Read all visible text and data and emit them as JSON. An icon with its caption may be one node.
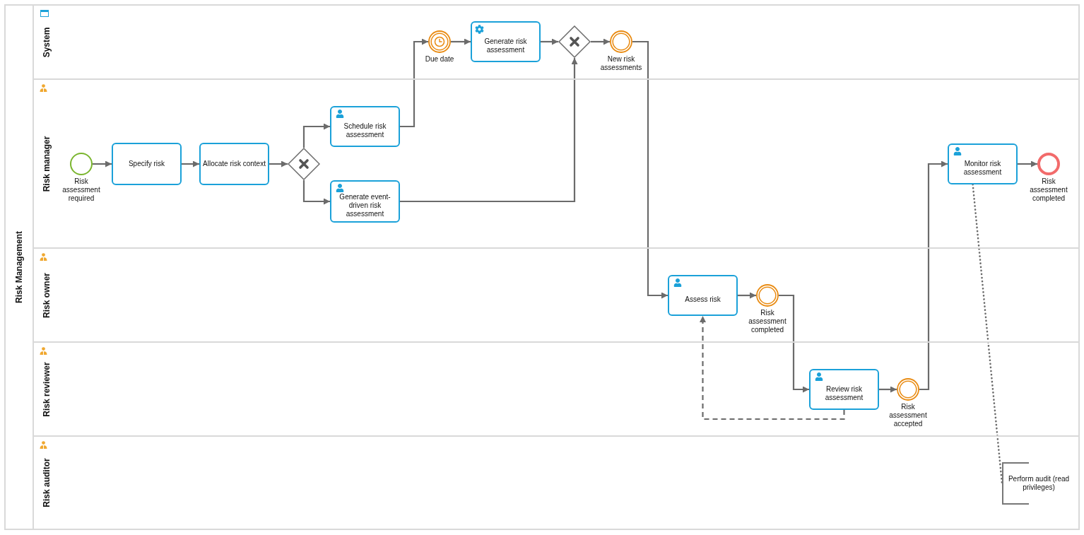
{
  "diagram": {
    "nodes": [
      {
        "text": [
          "Risk Management"
        ]
      },
      {
        "text": [
          "System"
        ],
        "in": 0
      },
      {
        "text": [
          "Risk manager"
        ],
        "in": 0
      },
      {
        "text": [
          "Risk owner"
        ],
        "in": 0
      },
      {
        "text": [
          "Risk reviewer"
        ],
        "in": 0
      },
      {
        "text": [
          "Risk auditor"
        ],
        "in": 0
      },
      {
        "text": [
          "Risk assessment required"
        ],
        "in": 2
      },
      {
        "text": [
          "Specify risk"
        ],
        "in": 2
      },
      {
        "text": [
          "Allocate risk context"
        ],
        "in": 2
      },
      {
        "text": [],
        "shape": "diamond",
        "in": 2
      },
      {
        "text": [
          "Schedule risk assessment"
        ],
        "in": 2
      },
      {
        "text": [
          "Generate event-driven risk assessment"
        ],
        "in": 2
      },
      {
        "text": [
          "Due date"
        ],
        "in": 1
      },
      {
        "text": [
          "Generate risk assessment"
        ],
        "in": 1
      },
      {
        "text": [],
        "shape": "diamond",
        "in": 1
      },
      {
        "text": [
          "New risk assessments"
        ],
        "in": 1
      },
      {
        "text": [
          "Assess risk"
        ],
        "in": 3
      },
      {
        "text": [
          "Risk assessment completed"
        ],
        "in": 3
      },
      {
        "text": [
          "Review risk assessment"
        ],
        "in": 4
      },
      {
        "text": [
          "Risk assessment accepted"
        ],
        "in": 4
      },
      {
        "text": [
          "Monitor risk assessment"
        ],
        "in": 2
      },
      {
        "text": [
          "Risk assessment completed"
        ],
        "in": 2
      },
      {
        "text": [
          "Perform audit (read privileges)"
        ],
        "in": 5
      }
    ],
    "edges": [
      {
        "from": 6,
        "to": 7,
        "arrow": "to"
      },
      {
        "from": 7,
        "to": 8,
        "arrow": "to"
      },
      {
        "from": 8,
        "to": 9,
        "arrow": "to"
      },
      {
        "from": 9,
        "to": 10,
        "arrow": "to"
      },
      {
        "from": 9,
        "to": 11,
        "arrow": "to"
      },
      {
        "from": 10,
        "to": 12,
        "arrow": "to"
      },
      {
        "from": 12,
        "to": 13,
        "arrow": "to"
      },
      {
        "from": 13,
        "to": 14,
        "arrow": "to"
      },
      {
        "from": 11,
        "to": 14,
        "arrow": "to"
      },
      {
        "from": 14,
        "to": 15,
        "arrow": "to"
      },
      {
        "from": 15,
        "to": 16,
        "arrow": "to"
      },
      {
        "from": 16,
        "to": 17,
        "arrow": "to"
      },
      {
        "from": 17,
        "to": 18,
        "arrow": "to"
      },
      {
        "from": 18,
        "to": 19,
        "arrow": "to"
      },
      {
        "from": 19,
        "to": 20,
        "arrow": "to"
      },
      {
        "from": 20,
        "to": 21,
        "arrow": "to"
      },
      {
        "from": 18,
        "to": 16,
        "arrow": "to",
        "style": "dashed"
      },
      {
        "from": 20,
        "to": 22,
        "arrow": "none",
        "style": "dashed"
      }
    ]
  }
}
